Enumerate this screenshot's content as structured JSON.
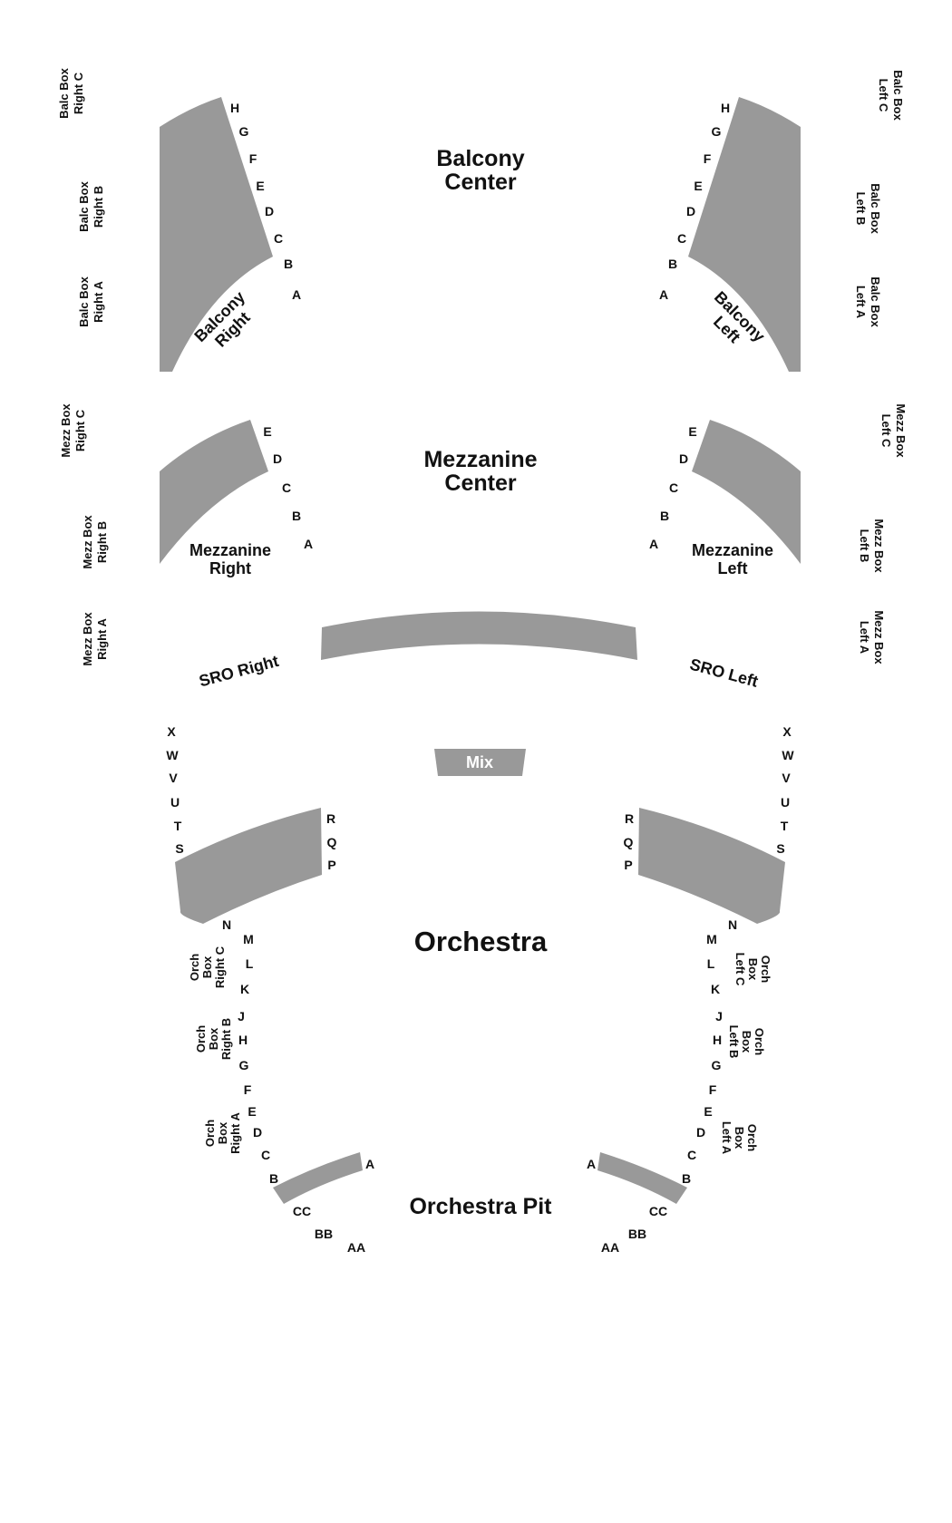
{
  "sections": {
    "balcony_center": [
      "Balcony",
      "Center"
    ],
    "balcony_right": [
      "Balcony",
      "Right"
    ],
    "balcony_left": [
      "Balcony",
      "Left"
    ],
    "mezzanine_center": [
      "Mezzanine",
      "Center"
    ],
    "mezzanine_right": [
      "Mezzanine",
      "Right"
    ],
    "mezzanine_left": [
      "Mezzanine",
      "Left"
    ],
    "sro_right": "SRO Right",
    "sro_left": "SRO Left",
    "mix": "Mix",
    "orchestra": "Orchestra",
    "orchestra_pit": "Orchestra Pit"
  },
  "boxes": {
    "balc_right_c": [
      "Balc Box",
      "Right C"
    ],
    "balc_right_b": [
      "Balc Box",
      "Right B"
    ],
    "balc_right_a": [
      "Balc Box",
      "Right A"
    ],
    "balc_left_c": [
      "Balc Box",
      "Left C"
    ],
    "balc_left_b": [
      "Balc Box",
      "Left B"
    ],
    "balc_left_a": [
      "Balc Box",
      "Left A"
    ],
    "mezz_right_c": [
      "Mezz Box",
      "Right C"
    ],
    "mezz_right_b": [
      "Mezz Box",
      "Right B"
    ],
    "mezz_right_a": [
      "Mezz Box",
      "Right A"
    ],
    "mezz_left_c": [
      "Mezz Box",
      "Left C"
    ],
    "mezz_left_b": [
      "Mezz Box",
      "Left B"
    ],
    "mezz_left_a": [
      "Mezz Box",
      "Left A"
    ],
    "orch_right_c": [
      "Orch",
      "Box",
      "Right C"
    ],
    "orch_right_b": [
      "Orch",
      "Box",
      "Right B"
    ],
    "orch_right_a": [
      "Orch",
      "Box",
      "Right A"
    ],
    "orch_left_c": [
      "Orch",
      "Box",
      "Left C"
    ],
    "orch_left_b": [
      "Orch",
      "Box",
      "Left B"
    ],
    "orch_left_a": [
      "Orch",
      "Box",
      "Left A"
    ]
  },
  "rows": {
    "balcony": [
      "H",
      "G",
      "F",
      "E",
      "D",
      "C",
      "B",
      "A"
    ],
    "mezzanine": [
      "E",
      "D",
      "C",
      "B",
      "A"
    ],
    "orch_rear": [
      "X",
      "W",
      "V",
      "U",
      "T",
      "S"
    ],
    "orch_rqp": [
      "R",
      "Q",
      "P"
    ],
    "orch_side": [
      "N",
      "M",
      "L",
      "K",
      "J",
      "H",
      "G",
      "F",
      "E",
      "D",
      "C",
      "B"
    ],
    "orch_a": "A",
    "pit": [
      "CC",
      "BB",
      "AA"
    ]
  }
}
